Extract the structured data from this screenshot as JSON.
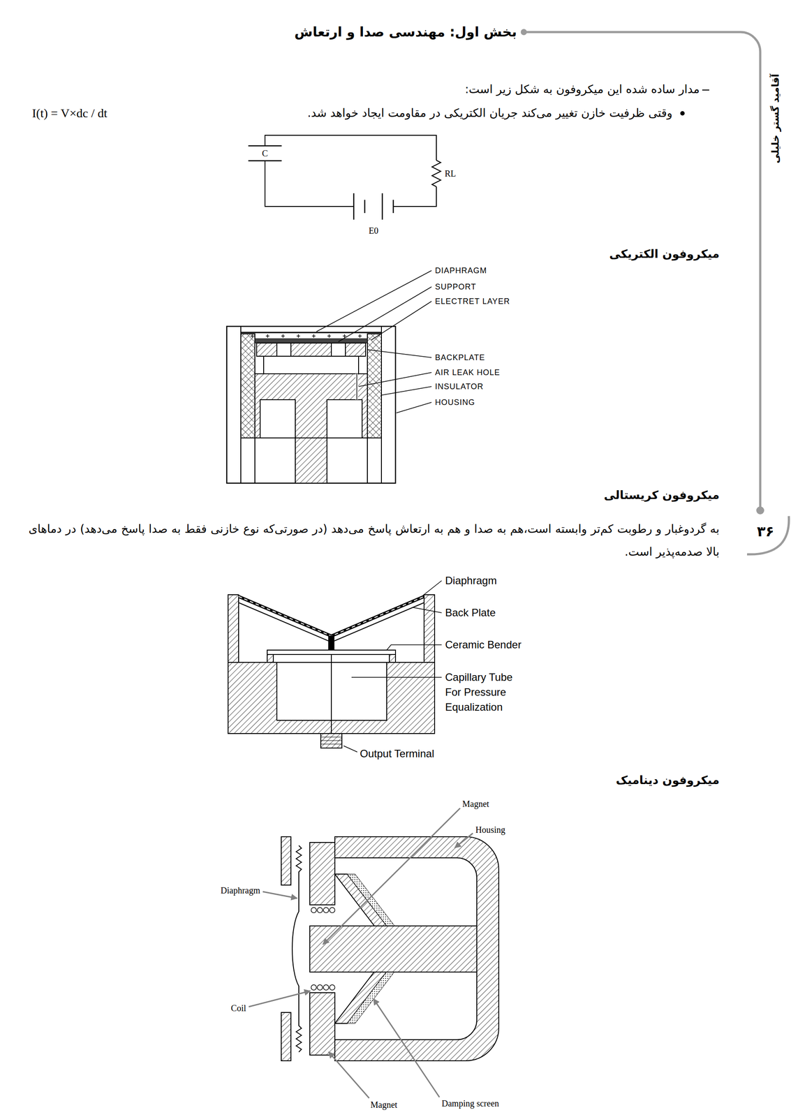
{
  "diagram": {
    "title": "بخش اول: مهندسی صدا و ارتعاش",
    "labels": [
      "آقامید گستر خلیلی",
      "مدار ساده شده این میکروفون به شکل زیر است:",
      "وقتی ظرفیت خازن تغییر می‌کند جریان الکتریکی در مقاومت ایجاد خواهد شد.",
      "I(t) = V×dc / dt",
      "C",
      "RL",
      "E0",
      "میکروفون الکتریکی",
      "DIAPHRAGM",
      "SUPPORT",
      "ELECTRET LAYER",
      "BACKPLATE",
      "AIR LEAK HOLE",
      "INSULATOR",
      "HOUSING",
      "۳۶",
      "میکروفون کریستالی",
      "به گردوغبار و رطوبت کم‌تر وابسته است،هم به صدا و هم به ارتعاش پاسخ می‌دهد (در صورتی‌که نوع خازنی فقط به صدا پاسخ می‌دهد) در دماهای بالا صدمه‌پذیر است.",
      "Diaphragm",
      "Back Plate",
      "Ceramic Bender",
      "Capillary Tube For Pressure Equalization",
      "Output Terminal",
      "میکروفون دینامیک",
      "Magnet",
      "Housing",
      "Diaphragm",
      "Coil",
      "Magnet",
      "Damping screen"
    ]
  }
}
